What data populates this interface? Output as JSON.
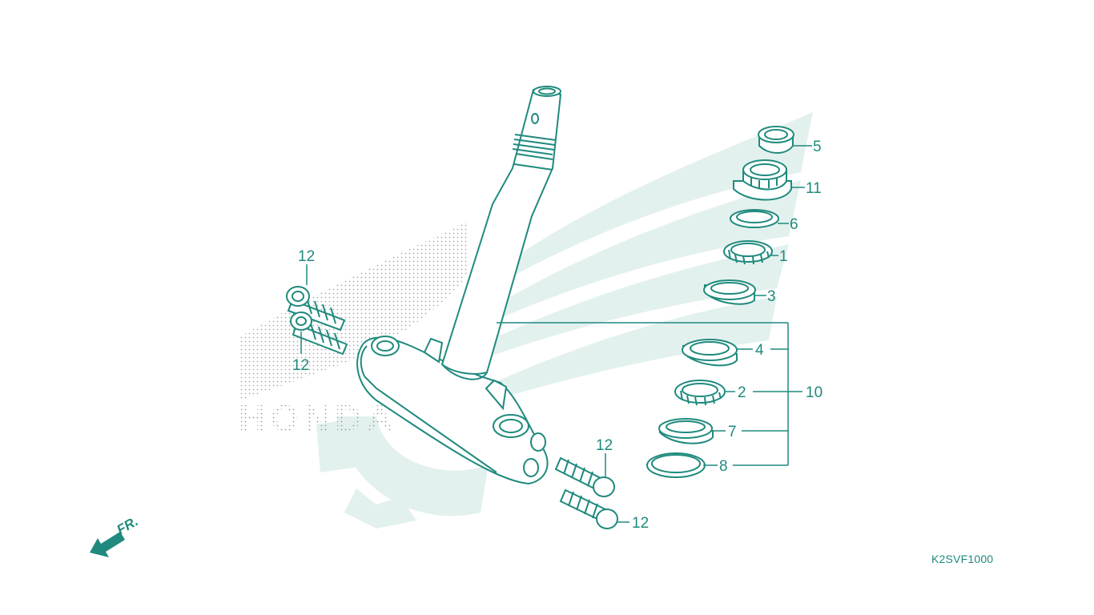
{
  "colors": {
    "line": "#1f8a7d",
    "fill": "#ffffff",
    "watermark": "#e3f1ee",
    "dots": "#9a9a9a"
  },
  "watermark": {
    "brand": "HONDA"
  },
  "front_indicator": {
    "text": "FR."
  },
  "diagram_code": "K2SVF1000",
  "callouts": {
    "p1": "1",
    "p2": "2",
    "p3": "3",
    "p4": "4",
    "p5": "5",
    "p6": "6",
    "p7": "7",
    "p8": "8",
    "p10": "10",
    "p11": "11",
    "p12a": "12",
    "p12b": "12",
    "p12c": "12",
    "p12d": "12"
  }
}
